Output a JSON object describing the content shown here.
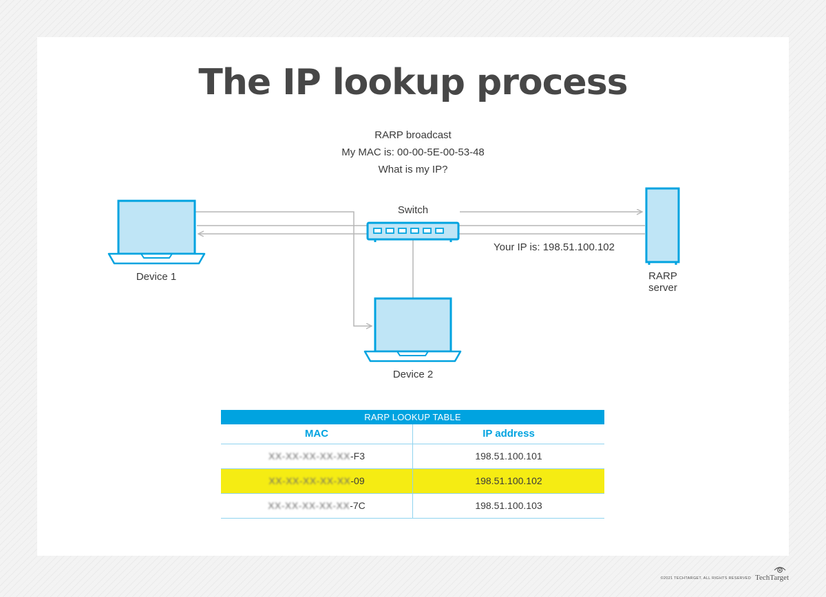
{
  "title": "The IP lookup process",
  "broadcast": {
    "line1": "RARP broadcast",
    "line2": "My MAC is: 00-00-5E-00-53-48",
    "line3": "What is my IP?"
  },
  "nodes": {
    "switch": "Switch",
    "device1": "Device 1",
    "device2": "Device 2",
    "server_line1": "RARP",
    "server_line2": "server"
  },
  "reply": "Your IP is: 198.51.100.102",
  "lookup_table": {
    "title": "RARP LOOKUP TABLE",
    "columns": [
      "MAC",
      "IP address"
    ],
    "rows": [
      {
        "mac_masked": "XX-XX-XX-XX-XX",
        "mac_suffix": "-F3",
        "ip": "198.51.100.101",
        "highlighted": false
      },
      {
        "mac_masked": "XX-XX-XX-XX-XX",
        "mac_suffix": "-09",
        "ip": "198.51.100.102",
        "highlighted": true
      },
      {
        "mac_masked": "XX-XX-XX-XX-XX",
        "mac_suffix": "-7C",
        "ip": "198.51.100.103",
        "highlighted": false
      }
    ]
  },
  "footer": {
    "copyright": "©2021 TECHTARGET. ALL RIGHTS RESERVED",
    "brand": "TechTarget"
  },
  "colors": {
    "accent": "#00a3e0",
    "device_fill": "#bfe5f6",
    "highlight": "#f5ec13",
    "connector": "#b5b5b5"
  }
}
